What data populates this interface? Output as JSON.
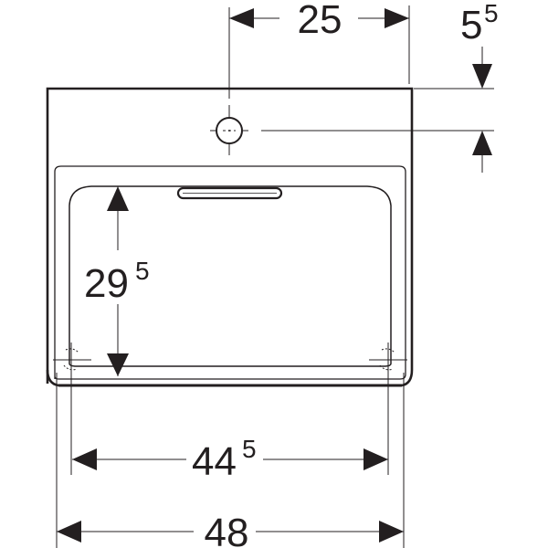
{
  "drawing": {
    "subject": "washbasin top view",
    "line_color": "#231f20",
    "background": "#ffffff"
  },
  "dimensions": {
    "tap_to_edge": {
      "main": "25",
      "sup": ""
    },
    "tap_offset": {
      "main": "5",
      "sup": "5"
    },
    "bowl_depth": {
      "main": "29",
      "sup": "5"
    },
    "fixing_spacing": {
      "main": "44",
      "sup": "5"
    },
    "overall_width": {
      "main": "48",
      "sup": ""
    }
  },
  "features": {
    "tap_hole": "tap-hole-icon",
    "overflow": "overflow-slot",
    "fixing_points": [
      "left-fixing-point",
      "right-fixing-point"
    ]
  }
}
